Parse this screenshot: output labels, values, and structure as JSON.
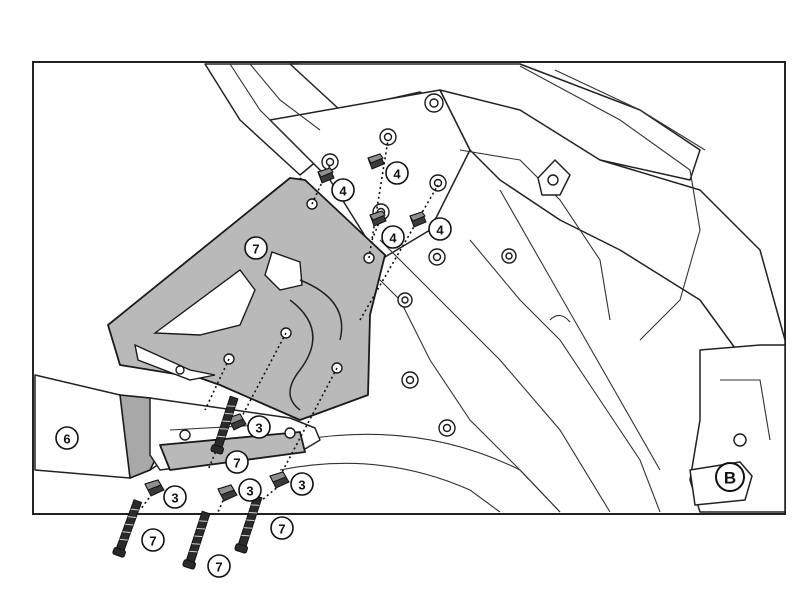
{
  "callouts": {
    "six": "6",
    "seven": "7",
    "four": "4",
    "three": "3",
    "b": "B"
  }
}
